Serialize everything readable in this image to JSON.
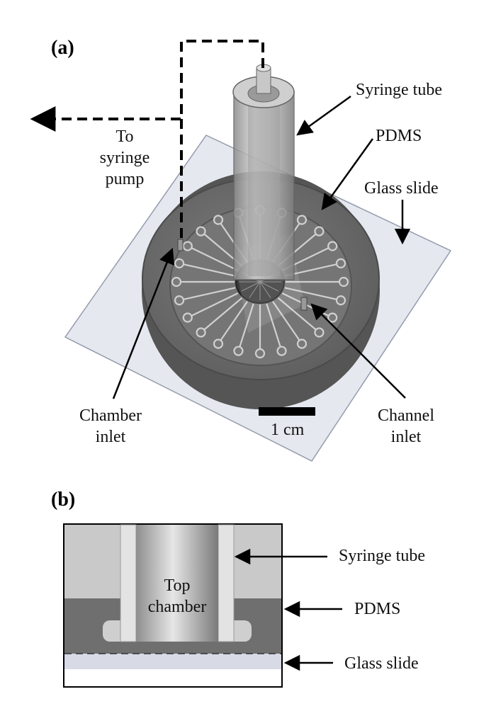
{
  "panel_a": {
    "tag": "(a)",
    "labels": {
      "syringe_tube": "Syringe tube",
      "pdms": "PDMS",
      "glass_slide": "Glass slide",
      "to_syringe_pump": [
        "To",
        "syringe",
        "pump"
      ],
      "chamber_inlet": [
        "Chamber",
        "inlet"
      ],
      "channel_inlet": [
        "Channel",
        "inlet"
      ],
      "scale_bar": "1 cm"
    }
  },
  "panel_b": {
    "tag": "(b)",
    "labels": {
      "top_chamber": [
        "Top",
        "chamber"
      ],
      "syringe_tube": "Syringe tube",
      "pdms": "PDMS",
      "glass_slide": "Glass slide"
    }
  },
  "colors": {
    "pdms": "#6f6f6f",
    "glass": "#dfe3ec",
    "tube": "#bdbdbd",
    "arrow": "#000000"
  }
}
